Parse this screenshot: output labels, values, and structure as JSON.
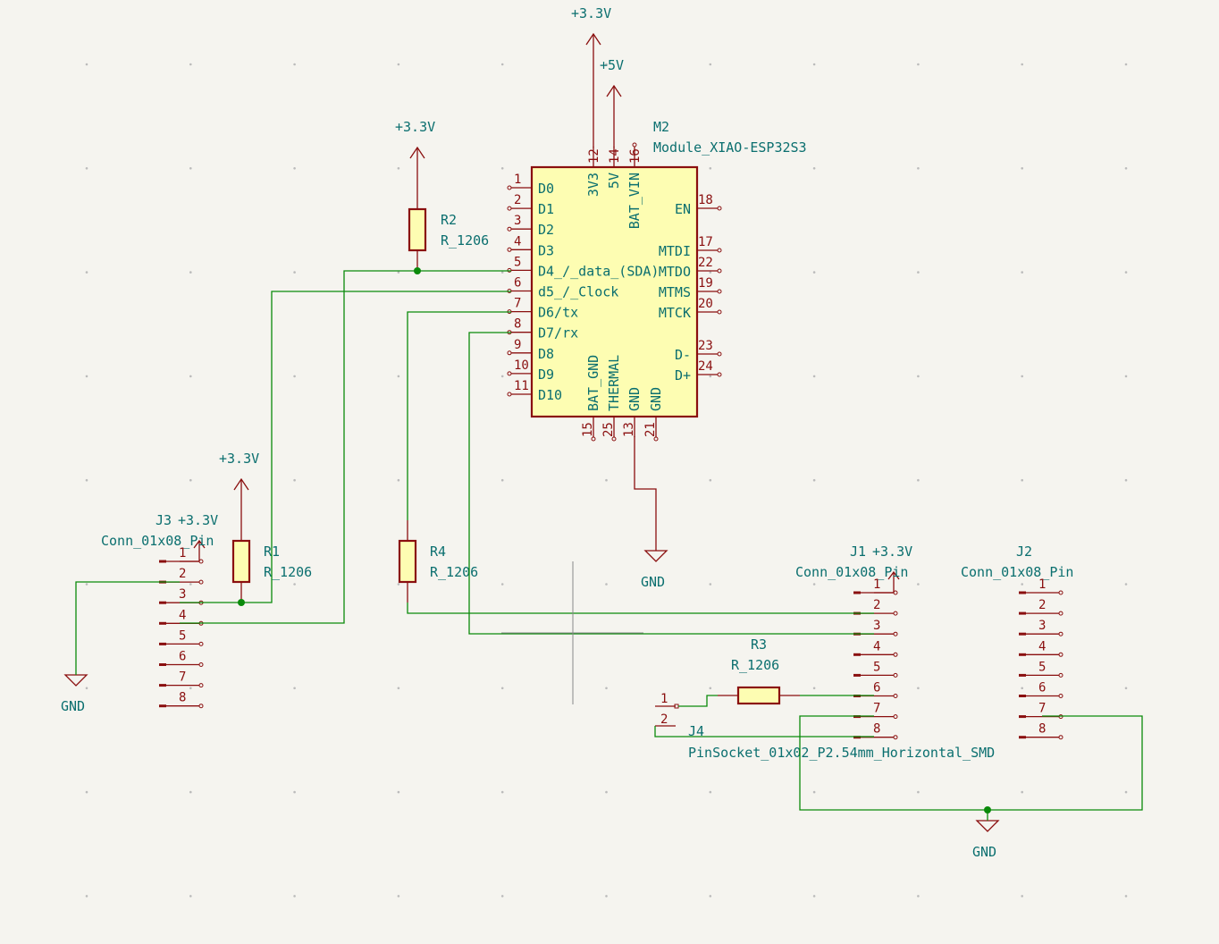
{
  "power": {
    "v33": "+3.3V",
    "v5": "+5V",
    "gnd": "GND"
  },
  "module": {
    "ref": "M2",
    "value": "Module_XIAO-ESP32S3",
    "left_pins": [
      {
        "num": "1",
        "name": "D0"
      },
      {
        "num": "2",
        "name": "D1"
      },
      {
        "num": "3",
        "name": "D2"
      },
      {
        "num": "4",
        "name": "D3"
      },
      {
        "num": "5",
        "name": "D4_/_data_(SDA)"
      },
      {
        "num": "6",
        "name": "d5_/_Clock"
      },
      {
        "num": "7",
        "name": "D6/tx"
      },
      {
        "num": "8",
        "name": "D7/rx"
      },
      {
        "num": "9",
        "name": "D8"
      },
      {
        "num": "10",
        "name": "D9"
      },
      {
        "num": "11",
        "name": "D10"
      }
    ],
    "right_pins": [
      {
        "num": "18",
        "name": "EN"
      },
      {
        "num": "17",
        "name": "MTDI"
      },
      {
        "num": "22",
        "name": "MTDO"
      },
      {
        "num": "19",
        "name": "MTMS"
      },
      {
        "num": "20",
        "name": "MTCK"
      },
      {
        "num": "23",
        "name": "D-"
      },
      {
        "num": "24",
        "name": "D+"
      }
    ],
    "top_pins": [
      {
        "num": "12",
        "name": "3V3"
      },
      {
        "num": "14",
        "name": "5V"
      },
      {
        "num": "16",
        "name": "BAT_VIN"
      }
    ],
    "bottom_pins": [
      {
        "num": "15",
        "name": "BAT_GND"
      },
      {
        "num": "25",
        "name": "THERMAL"
      },
      {
        "num": "13",
        "name": "GND"
      },
      {
        "num": "21",
        "name": "GND"
      }
    ]
  },
  "resistors": {
    "r1": {
      "ref": "R1",
      "value": "R_1206"
    },
    "r2": {
      "ref": "R2",
      "value": "R_1206"
    },
    "r3": {
      "ref": "R3",
      "value": "R_1206"
    },
    "r4": {
      "ref": "R4",
      "value": "R_1206"
    }
  },
  "connectors": {
    "j1": {
      "ref": "J1",
      "value": "Conn_01x08_Pin",
      "pins": [
        "1",
        "2",
        "3",
        "4",
        "5",
        "6",
        "7",
        "8"
      ]
    },
    "j2": {
      "ref": "J2",
      "value": "Conn_01x08_Pin",
      "pins": [
        "1",
        "2",
        "3",
        "4",
        "5",
        "6",
        "7",
        "8"
      ]
    },
    "j3": {
      "ref": "J3",
      "value": "Conn_01x08_Pin",
      "pins": [
        "1",
        "2",
        "3",
        "4",
        "5",
        "6",
        "7",
        "8"
      ]
    },
    "j4": {
      "ref": "J4",
      "value": "PinSocket_01x02_P2.54mm_Horizontal_SMD",
      "pins": [
        "1",
        "2"
      ]
    }
  }
}
